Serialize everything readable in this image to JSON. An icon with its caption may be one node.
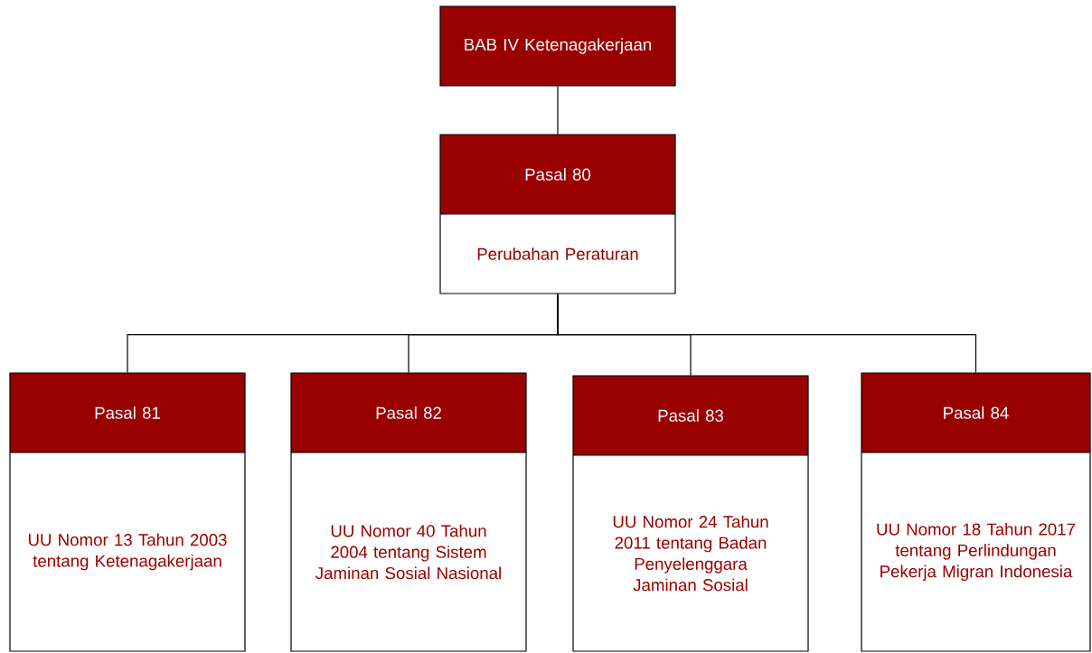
{
  "diagram": {
    "nodes": [
      {
        "text": [
          "BAB IV Ketenagakerjaan"
        ]
      },
      {
        "text": [
          "Pasal 80",
          "Perubahan Peraturan"
        ]
      },
      {
        "text": [
          "Pasal 81",
          "UU Nomor 13 Tahun 2003 tentang Ketenagakerjaan"
        ]
      },
      {
        "text": [
          "Pasal 82",
          "UU Nomor 40 Tahun 2004 tentang Sistem Jaminan Sosial Nasional"
        ]
      },
      {
        "text": [
          "Pasal 83",
          "UU Nomor 24 Tahun 2011 tentang Badan Penyelenggara Jaminan Sosial"
        ]
      },
      {
        "text": [
          "Pasal 84",
          "UU Nomor 18 Tahun 2017 tentang Perlindungan Pekerja Migran Indonesia"
        ]
      }
    ],
    "edges": [
      {
        "from": 0,
        "to": 1,
        "arrow": "none"
      },
      {
        "from": 1,
        "to": 2,
        "arrow": "none"
      },
      {
        "from": 1,
        "to": 3,
        "arrow": "none"
      },
      {
        "from": 1,
        "to": 4,
        "arrow": "none"
      },
      {
        "from": 1,
        "to": 5,
        "arrow": "none"
      }
    ]
  }
}
